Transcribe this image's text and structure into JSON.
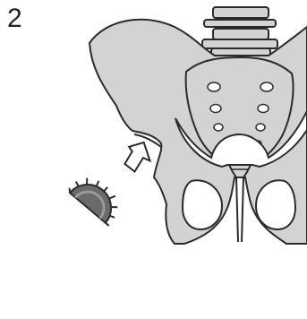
{
  "step": {
    "number": "2"
  },
  "colors": {
    "bone_fill": "#d3d3d3",
    "bone_stroke": "#2b2b2b",
    "background": "#ffffff",
    "implant_fill": "#6a6a6a",
    "arrow_fill": "#ffffff"
  },
  "icons": {
    "pelvis": "pelvis-illustration",
    "spine": "lumbar-spine",
    "arrow": "insertion-direction-arrow",
    "implant": "acetabular-cup-implant"
  }
}
